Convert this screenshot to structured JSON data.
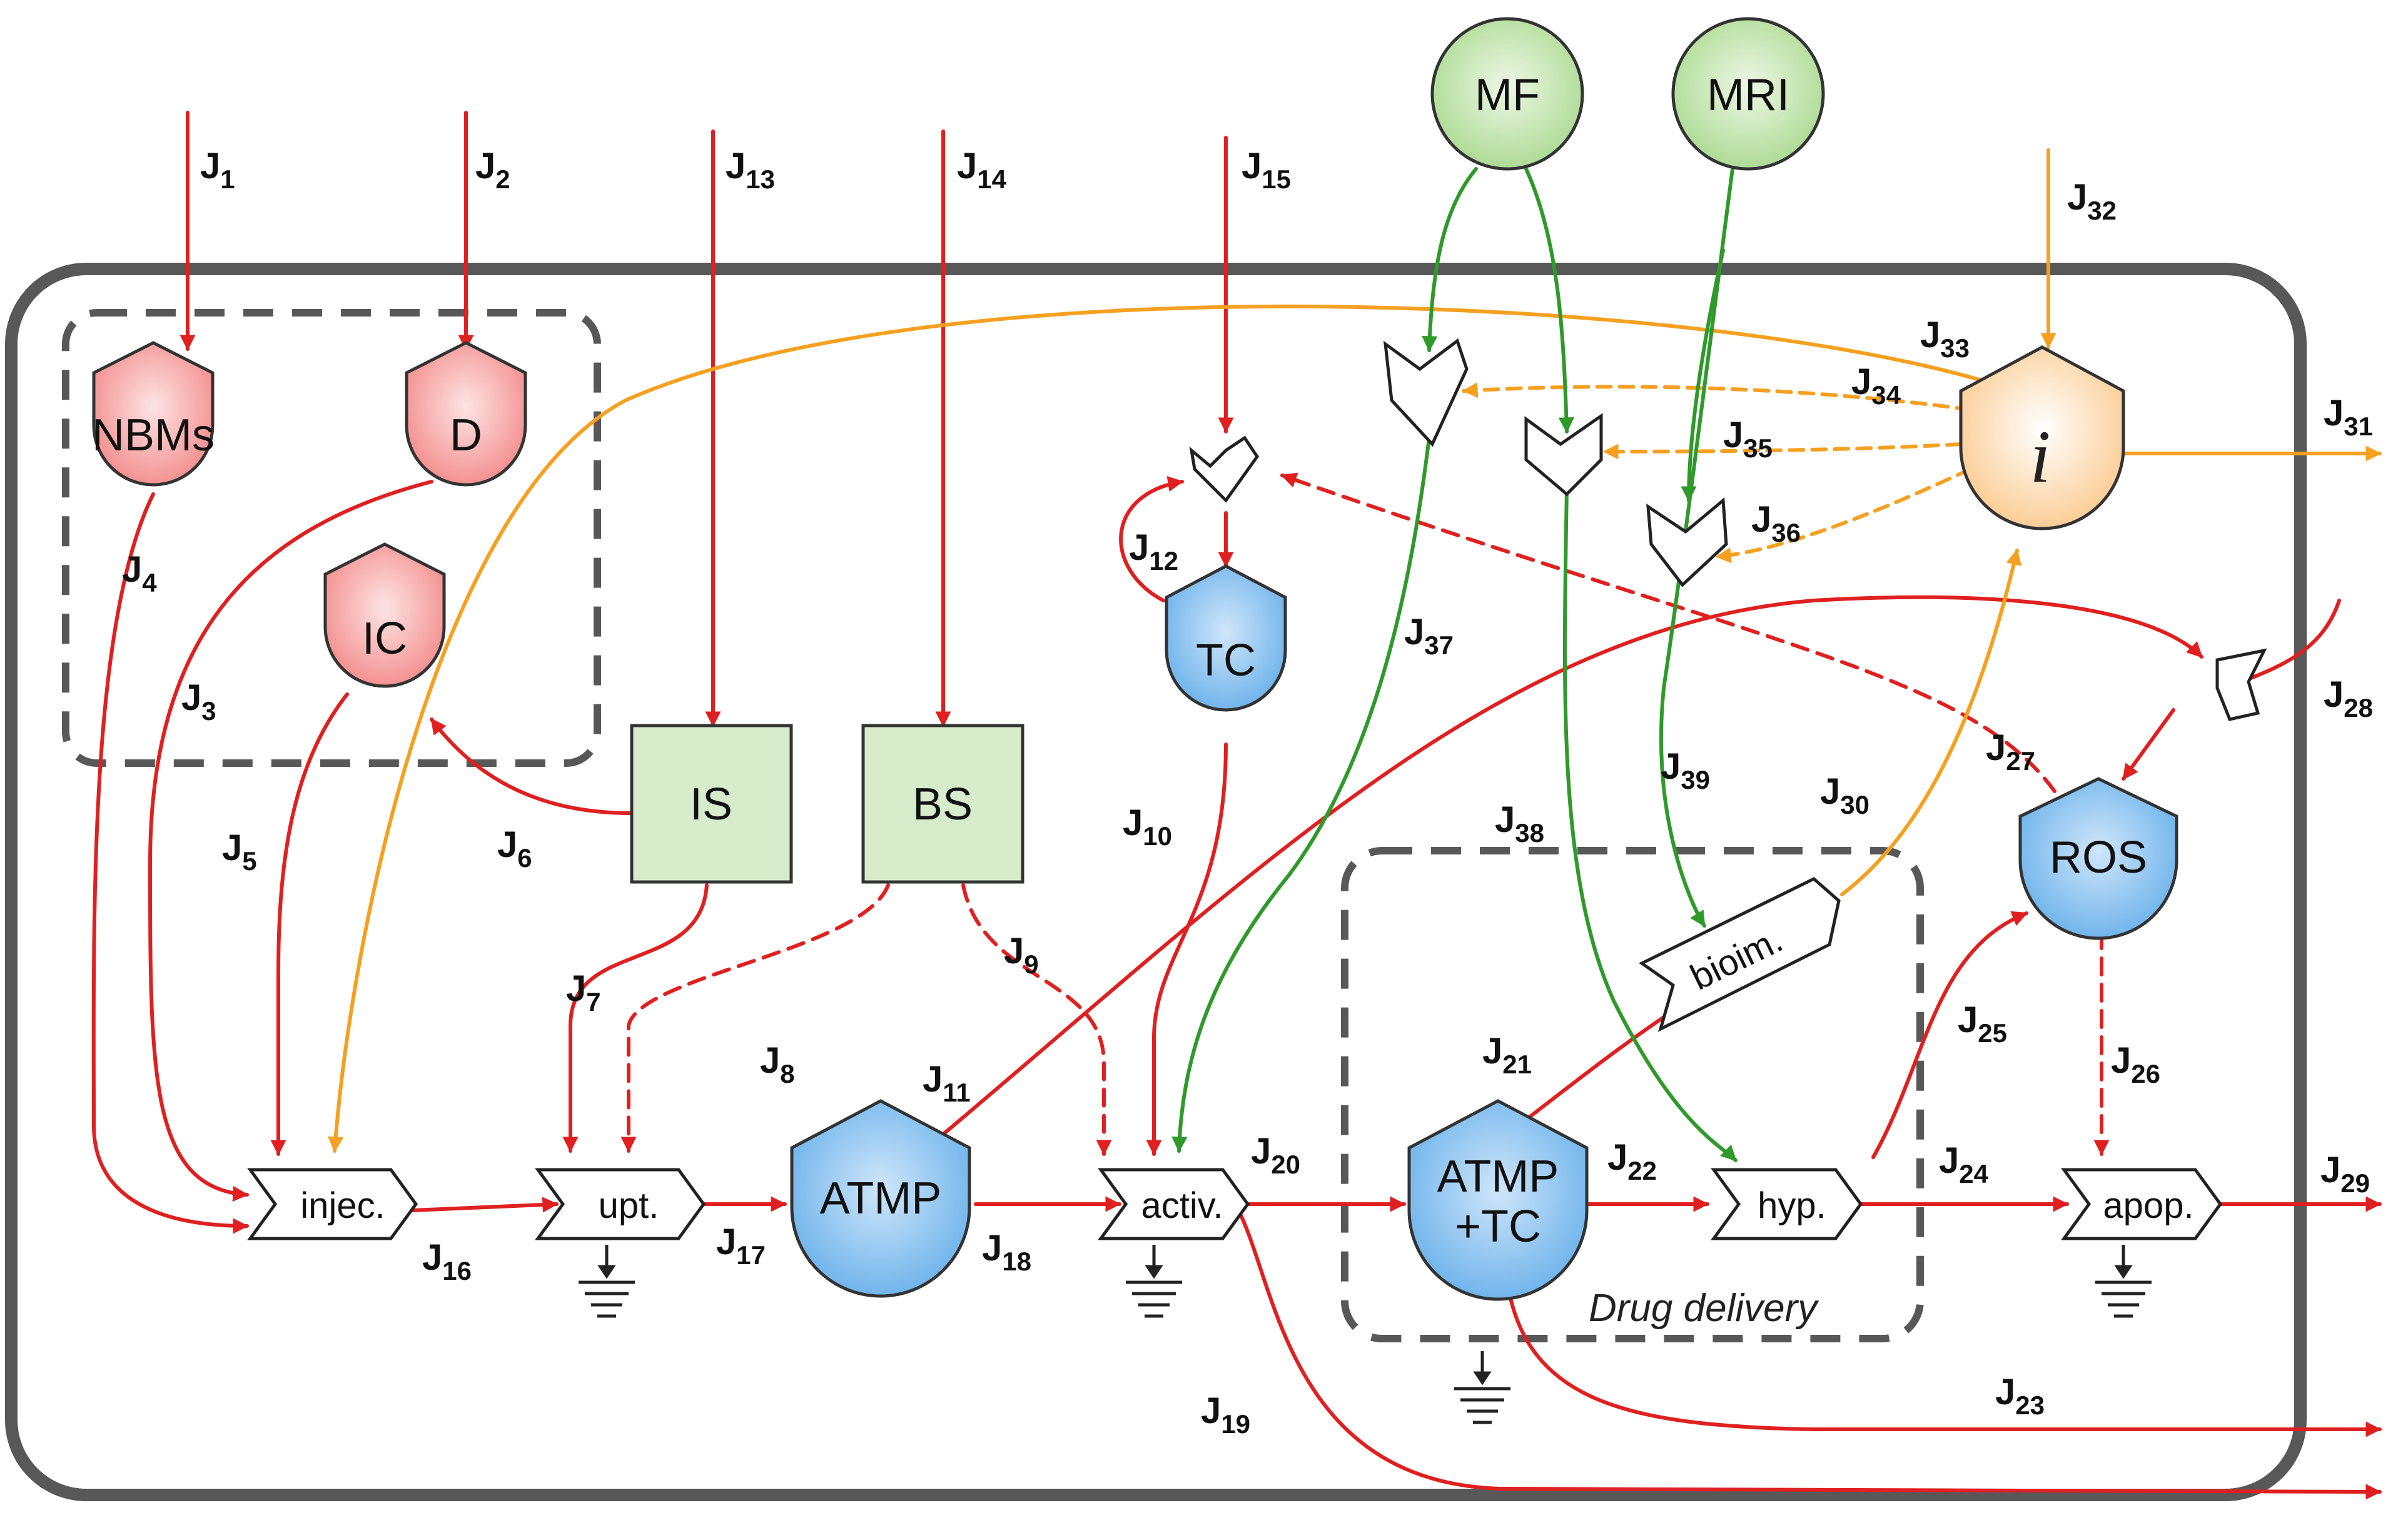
{
  "colors": {
    "red": "#e02020",
    "orange": "#f5a020",
    "green": "#2f9a2a",
    "node_red": "#f38a8a",
    "node_blue": "#69b0ea",
    "node_green": "#a8d88e",
    "node_orange": "#fbc98d",
    "square_green": "#d6eccb",
    "border": "#585858"
  },
  "nodes": {
    "nbms": "NBMs",
    "d": "D",
    "ic": "IC",
    "is": "IS",
    "bs": "BS",
    "tc": "TC",
    "atmp": "ATMP",
    "atmp_tc_1": "ATMP",
    "atmp_tc_2": "+TC",
    "ros": "ROS",
    "mf": "MF",
    "mri": "MRI",
    "info": "i"
  },
  "processes": {
    "injec": "injec.",
    "upt": "upt.",
    "activ": "activ.",
    "hyp": "hyp.",
    "apop": "apop.",
    "bioim": "bioim."
  },
  "caption": "Drug delivery",
  "fluxes": [
    {
      "main": "J",
      "sub": "1"
    },
    {
      "main": "J",
      "sub": "2"
    },
    {
      "main": "J",
      "sub": "3"
    },
    {
      "main": "J",
      "sub": "4"
    },
    {
      "main": "J",
      "sub": "5"
    },
    {
      "main": "J",
      "sub": "6"
    },
    {
      "main": "J",
      "sub": "7"
    },
    {
      "main": "J",
      "sub": "8"
    },
    {
      "main": "J",
      "sub": "9"
    },
    {
      "main": "J",
      "sub": "10"
    },
    {
      "main": "J",
      "sub": "11"
    },
    {
      "main": "J",
      "sub": "12"
    },
    {
      "main": "J",
      "sub": "13"
    },
    {
      "main": "J",
      "sub": "14"
    },
    {
      "main": "J",
      "sub": "15"
    },
    {
      "main": "J",
      "sub": "16"
    },
    {
      "main": "J",
      "sub": "17"
    },
    {
      "main": "J",
      "sub": "18"
    },
    {
      "main": "J",
      "sub": "19"
    },
    {
      "main": "J",
      "sub": "20"
    },
    {
      "main": "J",
      "sub": "21"
    },
    {
      "main": "J",
      "sub": "22"
    },
    {
      "main": "J",
      "sub": "23"
    },
    {
      "main": "J",
      "sub": "24"
    },
    {
      "main": "J",
      "sub": "25"
    },
    {
      "main": "J",
      "sub": "26"
    },
    {
      "main": "J",
      "sub": "27"
    },
    {
      "main": "J",
      "sub": "28"
    },
    {
      "main": "J",
      "sub": "29"
    },
    {
      "main": "J",
      "sub": "30"
    },
    {
      "main": "J",
      "sub": "31"
    },
    {
      "main": "J",
      "sub": "32"
    },
    {
      "main": "J",
      "sub": "33"
    },
    {
      "main": "J",
      "sub": "34"
    },
    {
      "main": "J",
      "sub": "35"
    },
    {
      "main": "J",
      "sub": "36"
    },
    {
      "main": "J",
      "sub": "37"
    },
    {
      "main": "J",
      "sub": "38"
    },
    {
      "main": "J",
      "sub": "39"
    }
  ]
}
